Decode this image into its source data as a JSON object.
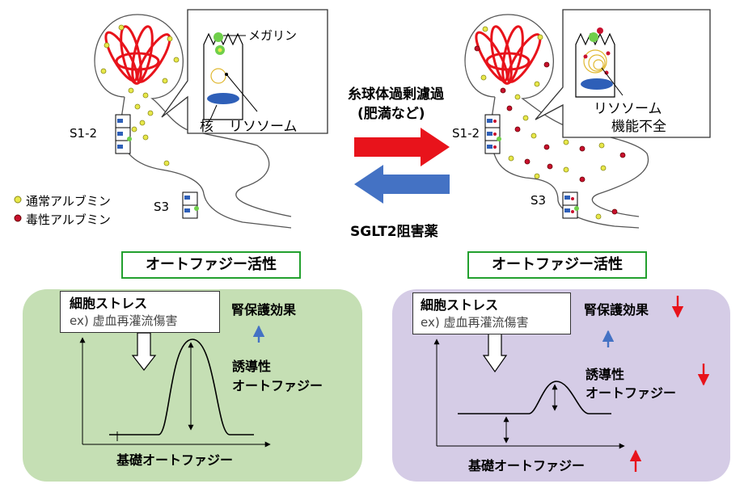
{
  "labels": {
    "megalin": "メガリン",
    "nucleus": "核",
    "lysosome": "リソソーム",
    "lysosome_dysfunction_line1": "リソソーム",
    "lysosome_dysfunction_line2": "機能不全",
    "s12_left": "S1-2",
    "s3_left": "S3",
    "s12_right": "S1-2",
    "s3_right": "S3"
  },
  "legend": {
    "normal_albumin": "通常アルブミン",
    "toxic_albumin": "毒性アルブミン",
    "normal_color": "#e8e84a",
    "toxic_color": "#c8102e"
  },
  "arrows": {
    "forward_line1": "糸球体過剰濾過",
    "forward_line2": "(肥満など)",
    "backward": "SGLT2阻害薬",
    "forward_color": "#e8131b",
    "backward_color": "#4472c4"
  },
  "left_panel": {
    "title": "オートファジー活性",
    "stress_line1": "細胞ストレス",
    "stress_line2": "ex) 虚血再灌流傷害",
    "kidney_protection": "腎保護効果",
    "induced_line1": "誘導性",
    "induced_line2": "オートファジー",
    "basal": "基礎オートファジー",
    "bg_color": "#c5dfb4"
  },
  "right_panel": {
    "title": "オートファジー活性",
    "stress_line1": "細胞ストレス",
    "stress_line2": "ex) 虚血再灌流傷害",
    "kidney_protection": "腎保護効果",
    "induced_line1": "誘導性",
    "induced_line2": "オートファジー",
    "basal": "基礎オートファジー",
    "bg_color": "#d5cce6"
  }
}
